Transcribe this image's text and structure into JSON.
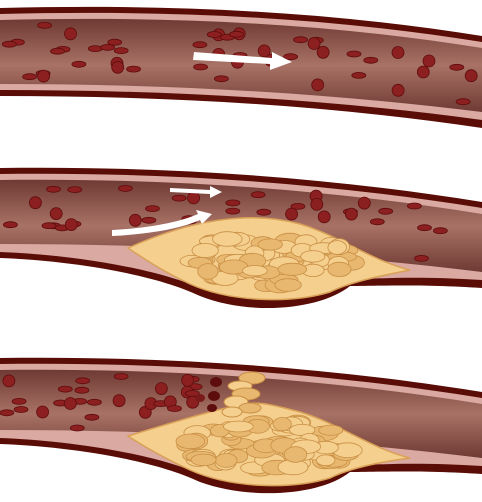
{
  "figure": {
    "panels": [
      {
        "id": "healthy",
        "plaque": false,
        "rupture": false,
        "flow_arrows": 1
      },
      {
        "id": "plaque-buildup",
        "plaque": true,
        "rupture": false,
        "flow_arrows": 2
      },
      {
        "id": "plaque-rupture",
        "plaque": true,
        "rupture": true,
        "flow_arrows": 0
      }
    ],
    "colors": {
      "vessel_wall_dark": "#5a0d06",
      "vessel_wall_pink": "#d9a9a2",
      "lumen_mid": "#a06a5f",
      "lumen_edge": "#6f3a33",
      "red_cell": "#8c1f1f",
      "plaque_fat": "#e8b870",
      "plaque_fill": "#f4cf8e",
      "arrow": "#ffffff"
    }
  }
}
